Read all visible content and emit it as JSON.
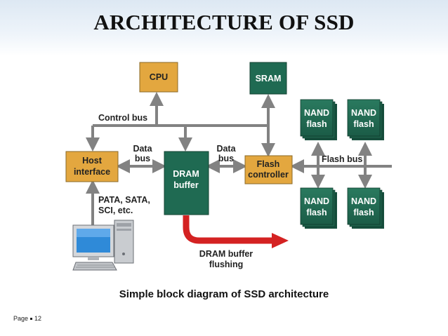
{
  "slide": {
    "title": "ARCHITECTURE OF SSD",
    "caption": "Simple block diagram of SSD architecture",
    "footer_label": "Page",
    "page_number": "12"
  },
  "diagram": {
    "cpu": "CPU",
    "sram": "SRAM",
    "host_interface": [
      "Host",
      "interface"
    ],
    "dram_buffer": [
      "DRAM",
      "buffer"
    ],
    "flash_controller": [
      "Flash",
      "controller"
    ],
    "nand_flash": [
      "NAND",
      "flash"
    ],
    "control_bus": "Control bus",
    "data_bus": [
      "Data",
      "bus"
    ],
    "flash_bus": "Flash bus",
    "host_links": [
      "PATA, SATA,",
      "SCI, etc."
    ],
    "flush": [
      "DRAM buffer",
      "flushing"
    ]
  },
  "colors": {
    "orange_box": "#e3a73f",
    "green_box": "#1f6a52",
    "bus_line": "#828282",
    "flush_arrow": "#d42222",
    "label_text": "#222222"
  }
}
